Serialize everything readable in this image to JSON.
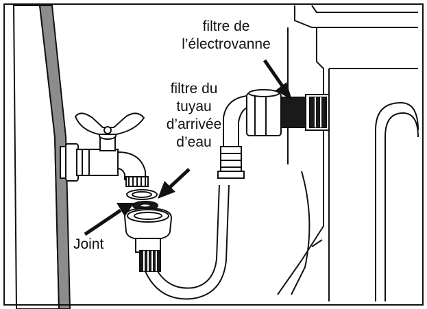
{
  "labels": {
    "solenoid_filter": [
      "filtre de",
      "l’électrovanne"
    ],
    "hose_filter": [
      "filtre du",
      "tuyau",
      "d’arrivée",
      "d’eau"
    ],
    "joint": "Joint"
  },
  "colors": {
    "outline": "#111111",
    "wall_grey": "#8c8c8c",
    "fitting_dark": "#1a1a1a",
    "background": "#ffffff"
  }
}
